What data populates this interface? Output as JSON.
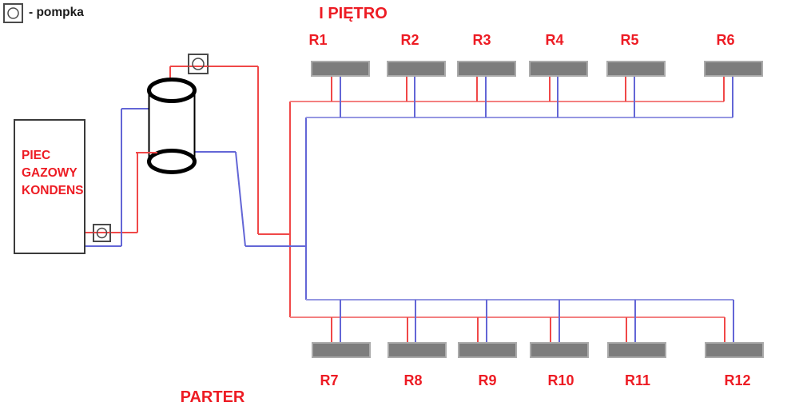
{
  "legend": {
    "pump_label": "- pompka"
  },
  "boiler": {
    "lines": [
      "PIEC",
      "GAZOWY",
      "KONDENS"
    ]
  },
  "floors": {
    "upper": {
      "title": "I PIĘTRO",
      "radiators": [
        "R1",
        "R2",
        "R3",
        "R4",
        "R5",
        "R6"
      ]
    },
    "lower": {
      "title": "PARTER",
      "radiators": [
        "R7",
        "R8",
        "R9",
        "R10",
        "R11",
        "R12"
      ]
    }
  },
  "colors": {
    "pipe_red": "#f04848",
    "pipe_red_light": "#f38080",
    "pipe_blue": "#6366d6",
    "pipe_blue_light": "#9597e2",
    "radiator_fill": "#7d7d7d",
    "radiator_border": "#ababab",
    "label_red": "#ed1c24",
    "text_black": "#1a1a1a",
    "outline_dark": "#4a4a4a"
  }
}
